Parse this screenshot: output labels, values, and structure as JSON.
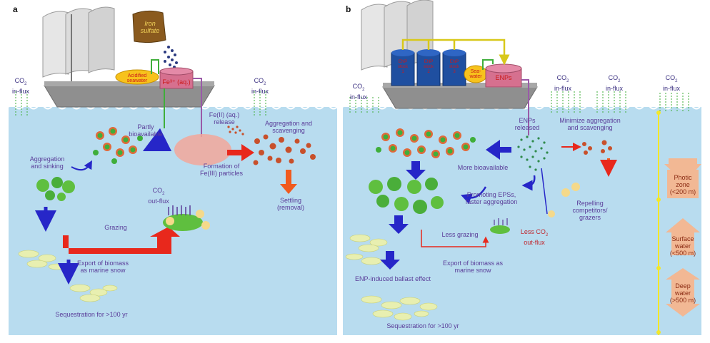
{
  "panels": [
    {
      "letter": "a"
    },
    {
      "letter": "b"
    }
  ],
  "panel_a": {
    "iron_sulfate": [
      "Iron",
      "sulfate"
    ],
    "acidified_seawater": [
      "Acidified",
      "seawater"
    ],
    "fe_tank": "Fe³⁺ (aq.)",
    "co2_influx": [
      "CO",
      "2",
      "in-flux"
    ],
    "co2_influx_right": [
      "CO",
      "2",
      "in-flux"
    ],
    "partly_bioavailable": [
      "Partly",
      "bioavailable"
    ],
    "fe_release": [
      "Fe(II) (aq.)",
      "release"
    ],
    "aggregation_scavenging": [
      "Aggregation and",
      "scavenging"
    ],
    "aggregation_sinking": [
      "Aggregation",
      "and sinking"
    ],
    "formation_particles": [
      "Formation of",
      "Fe(III) particles"
    ],
    "co2_outflux": [
      "CO",
      "2",
      "out-flux"
    ],
    "settling": [
      "Settling",
      "(removal)"
    ],
    "grazing": "Grazing",
    "export_biomass": [
      "Export of biomass",
      "as marine snow"
    ],
    "sequestration": "Sequestration for >100 yr"
  },
  "panel_b": {
    "enp_tanks": [
      [
        "ENP",
        "stock",
        "1"
      ],
      [
        "ENP",
        "stock",
        "2"
      ],
      [
        "ENP",
        "stock",
        "3"
      ]
    ],
    "seawater": [
      "Sea-",
      "water"
    ],
    "enps_tank": "ENPs",
    "co2_influx_1": [
      "CO",
      "2",
      "in-flux"
    ],
    "co2_influx_2": [
      "CO",
      "2",
      "in-flux"
    ],
    "co2_influx_3": [
      "CO",
      "2",
      "in-flux"
    ],
    "co2_influx_4": [
      "CO",
      "2",
      "in-flux"
    ],
    "enps_released": [
      "ENPs",
      "released"
    ],
    "minimize_aggregation": [
      "Minimize aggregation",
      "and scavenging"
    ],
    "more_bioavailable": "More bioavailable",
    "promoting_eps": [
      "Promoting EPSs,",
      "faster aggregation"
    ],
    "repelling": [
      "Repelling",
      "competitors/",
      "grazers"
    ],
    "less_grazing": "Less grazing",
    "less_co2": [
      "Less CO",
      "2",
      "out-flux"
    ],
    "export_biomass": [
      "Export of biomass as",
      "marine snow"
    ],
    "ballast": "ENP-induced ballast effect",
    "sequestration": "Sequestration for >100 yr"
  },
  "zones": [
    [
      "Photic",
      "zone",
      "(<200 m)"
    ],
    [
      "Surface",
      "water",
      "(<500 m)"
    ],
    [
      "Deep",
      "water",
      "(>500 m)"
    ]
  ],
  "colors": {
    "water": "#b8dcef",
    "ship": "#8f8f8f",
    "tank_pink": "#d6708f",
    "tank_blue": "#1f4fa0",
    "blue_arrow": "#2626c8",
    "red_arrow": "#e8281c",
    "phytoplankton": "#3fae3a",
    "zone_arrow": "#f2b894",
    "yellow_line": "#f3e72a"
  }
}
